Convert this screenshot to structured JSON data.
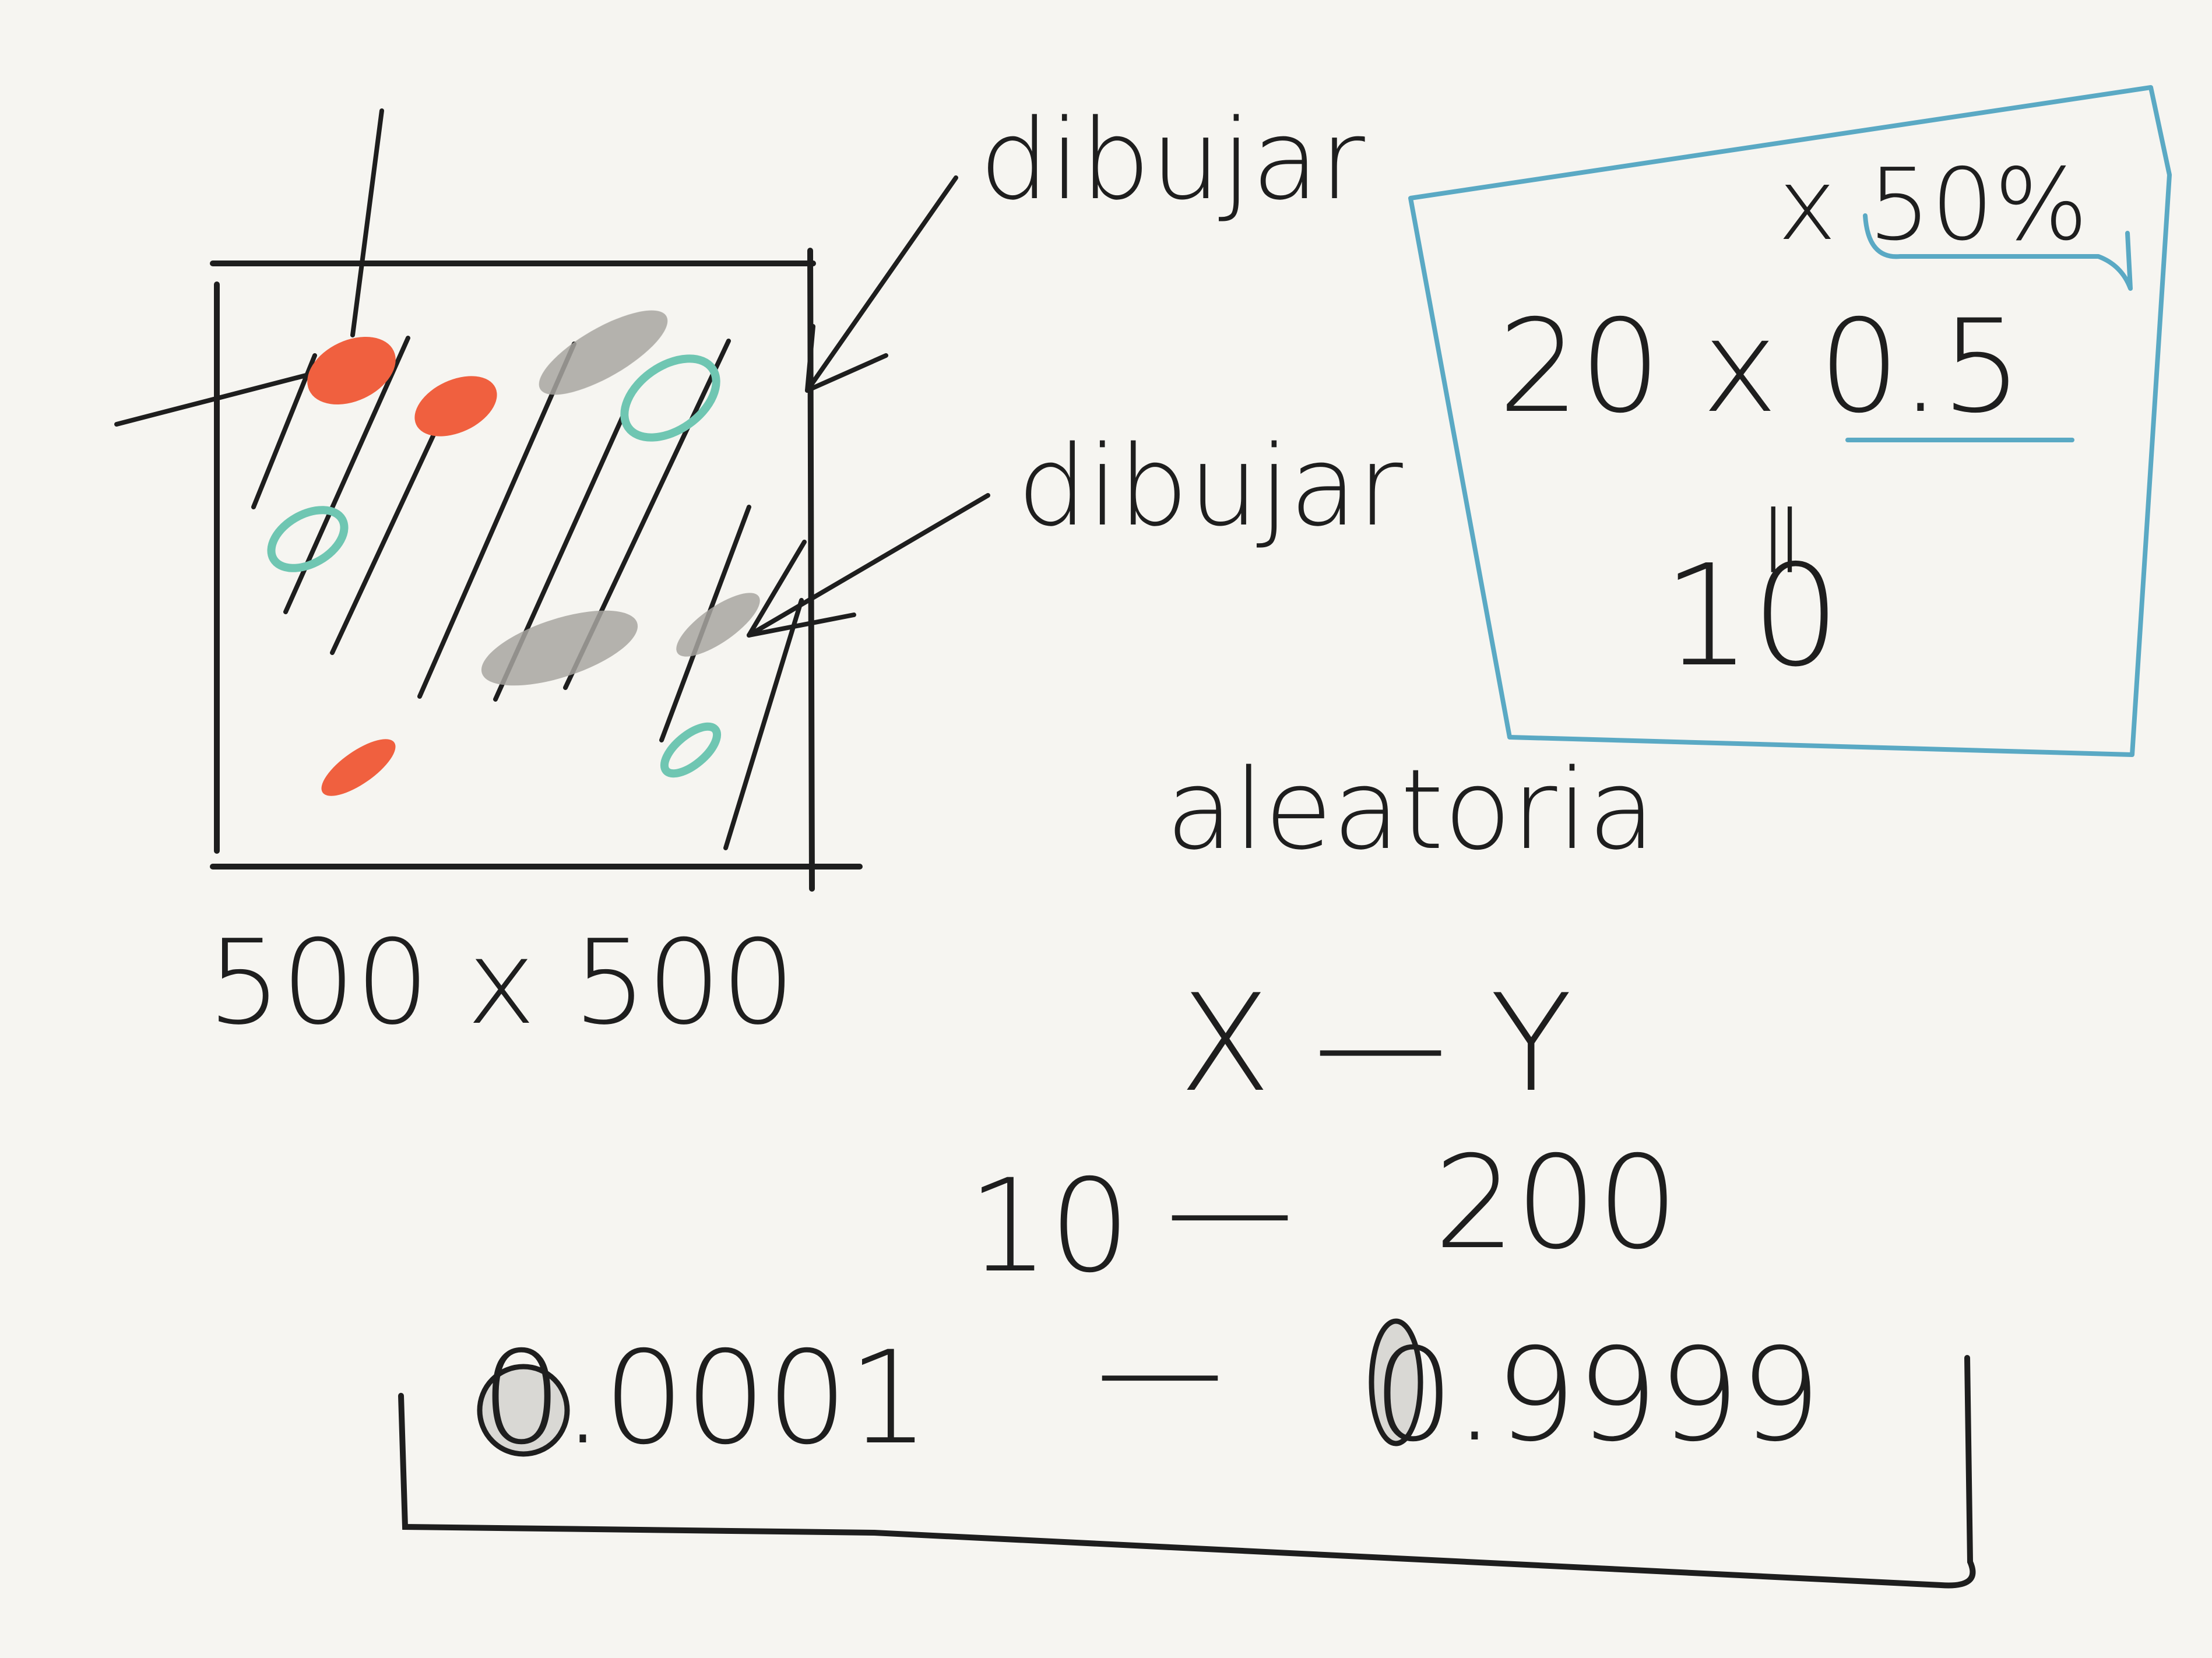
{
  "colors": {
    "background": "#f6f5f1",
    "ink": "#1e1e1e",
    "red": "#f0603f",
    "teal": "#6fc6b2",
    "gray": "#a8a6a1",
    "blue": "#5aa9c4",
    "circle_fill": "#d9d8d4"
  },
  "canvas": {
    "size_label": "500 x 500"
  },
  "arrow_labels": {
    "draw_top": "dibujar",
    "draw_middle": "dibujar"
  },
  "scale_box": {
    "percent": "x 50%",
    "formula": "20 x 0.5",
    "equals": "=",
    "result": "10"
  },
  "random": {
    "title": "aleatoria",
    "coords": "X — Y",
    "size_range": {
      "min": "10",
      "dash": "—",
      "max": "200"
    },
    "value_range": {
      "min": "0.0001",
      "dash": "—",
      "max": "0.9999"
    }
  }
}
